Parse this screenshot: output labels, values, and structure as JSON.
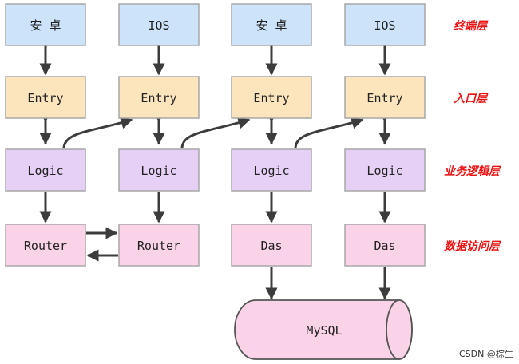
{
  "colors": {
    "client": "#cce3fa",
    "entry": "#fce5bd",
    "logic": "#e6d0f5",
    "data": "#fbd3e8",
    "border": "#a7a7a7",
    "arrow": "#3c3c3c",
    "layer_label": "#ee1111"
  },
  "nodes": {
    "c1": "安 卓",
    "c2": "IOS",
    "c3": "安 卓",
    "c4": "IOS",
    "e1": "Entry",
    "e2": "Entry",
    "e3": "Entry",
    "e4": "Entry",
    "l1": "Logic",
    "l2": "Logic",
    "l3": "Logic",
    "l4": "Logic",
    "r1": "Router",
    "r2": "Router",
    "d1": "Das",
    "d2": "Das",
    "db": "MySQL"
  },
  "layers": {
    "terminal": "终端层",
    "entry": "入口层",
    "logic": "业务逻辑层",
    "data_access": "数据访问层"
  },
  "watermark": "CSDN @棕生"
}
